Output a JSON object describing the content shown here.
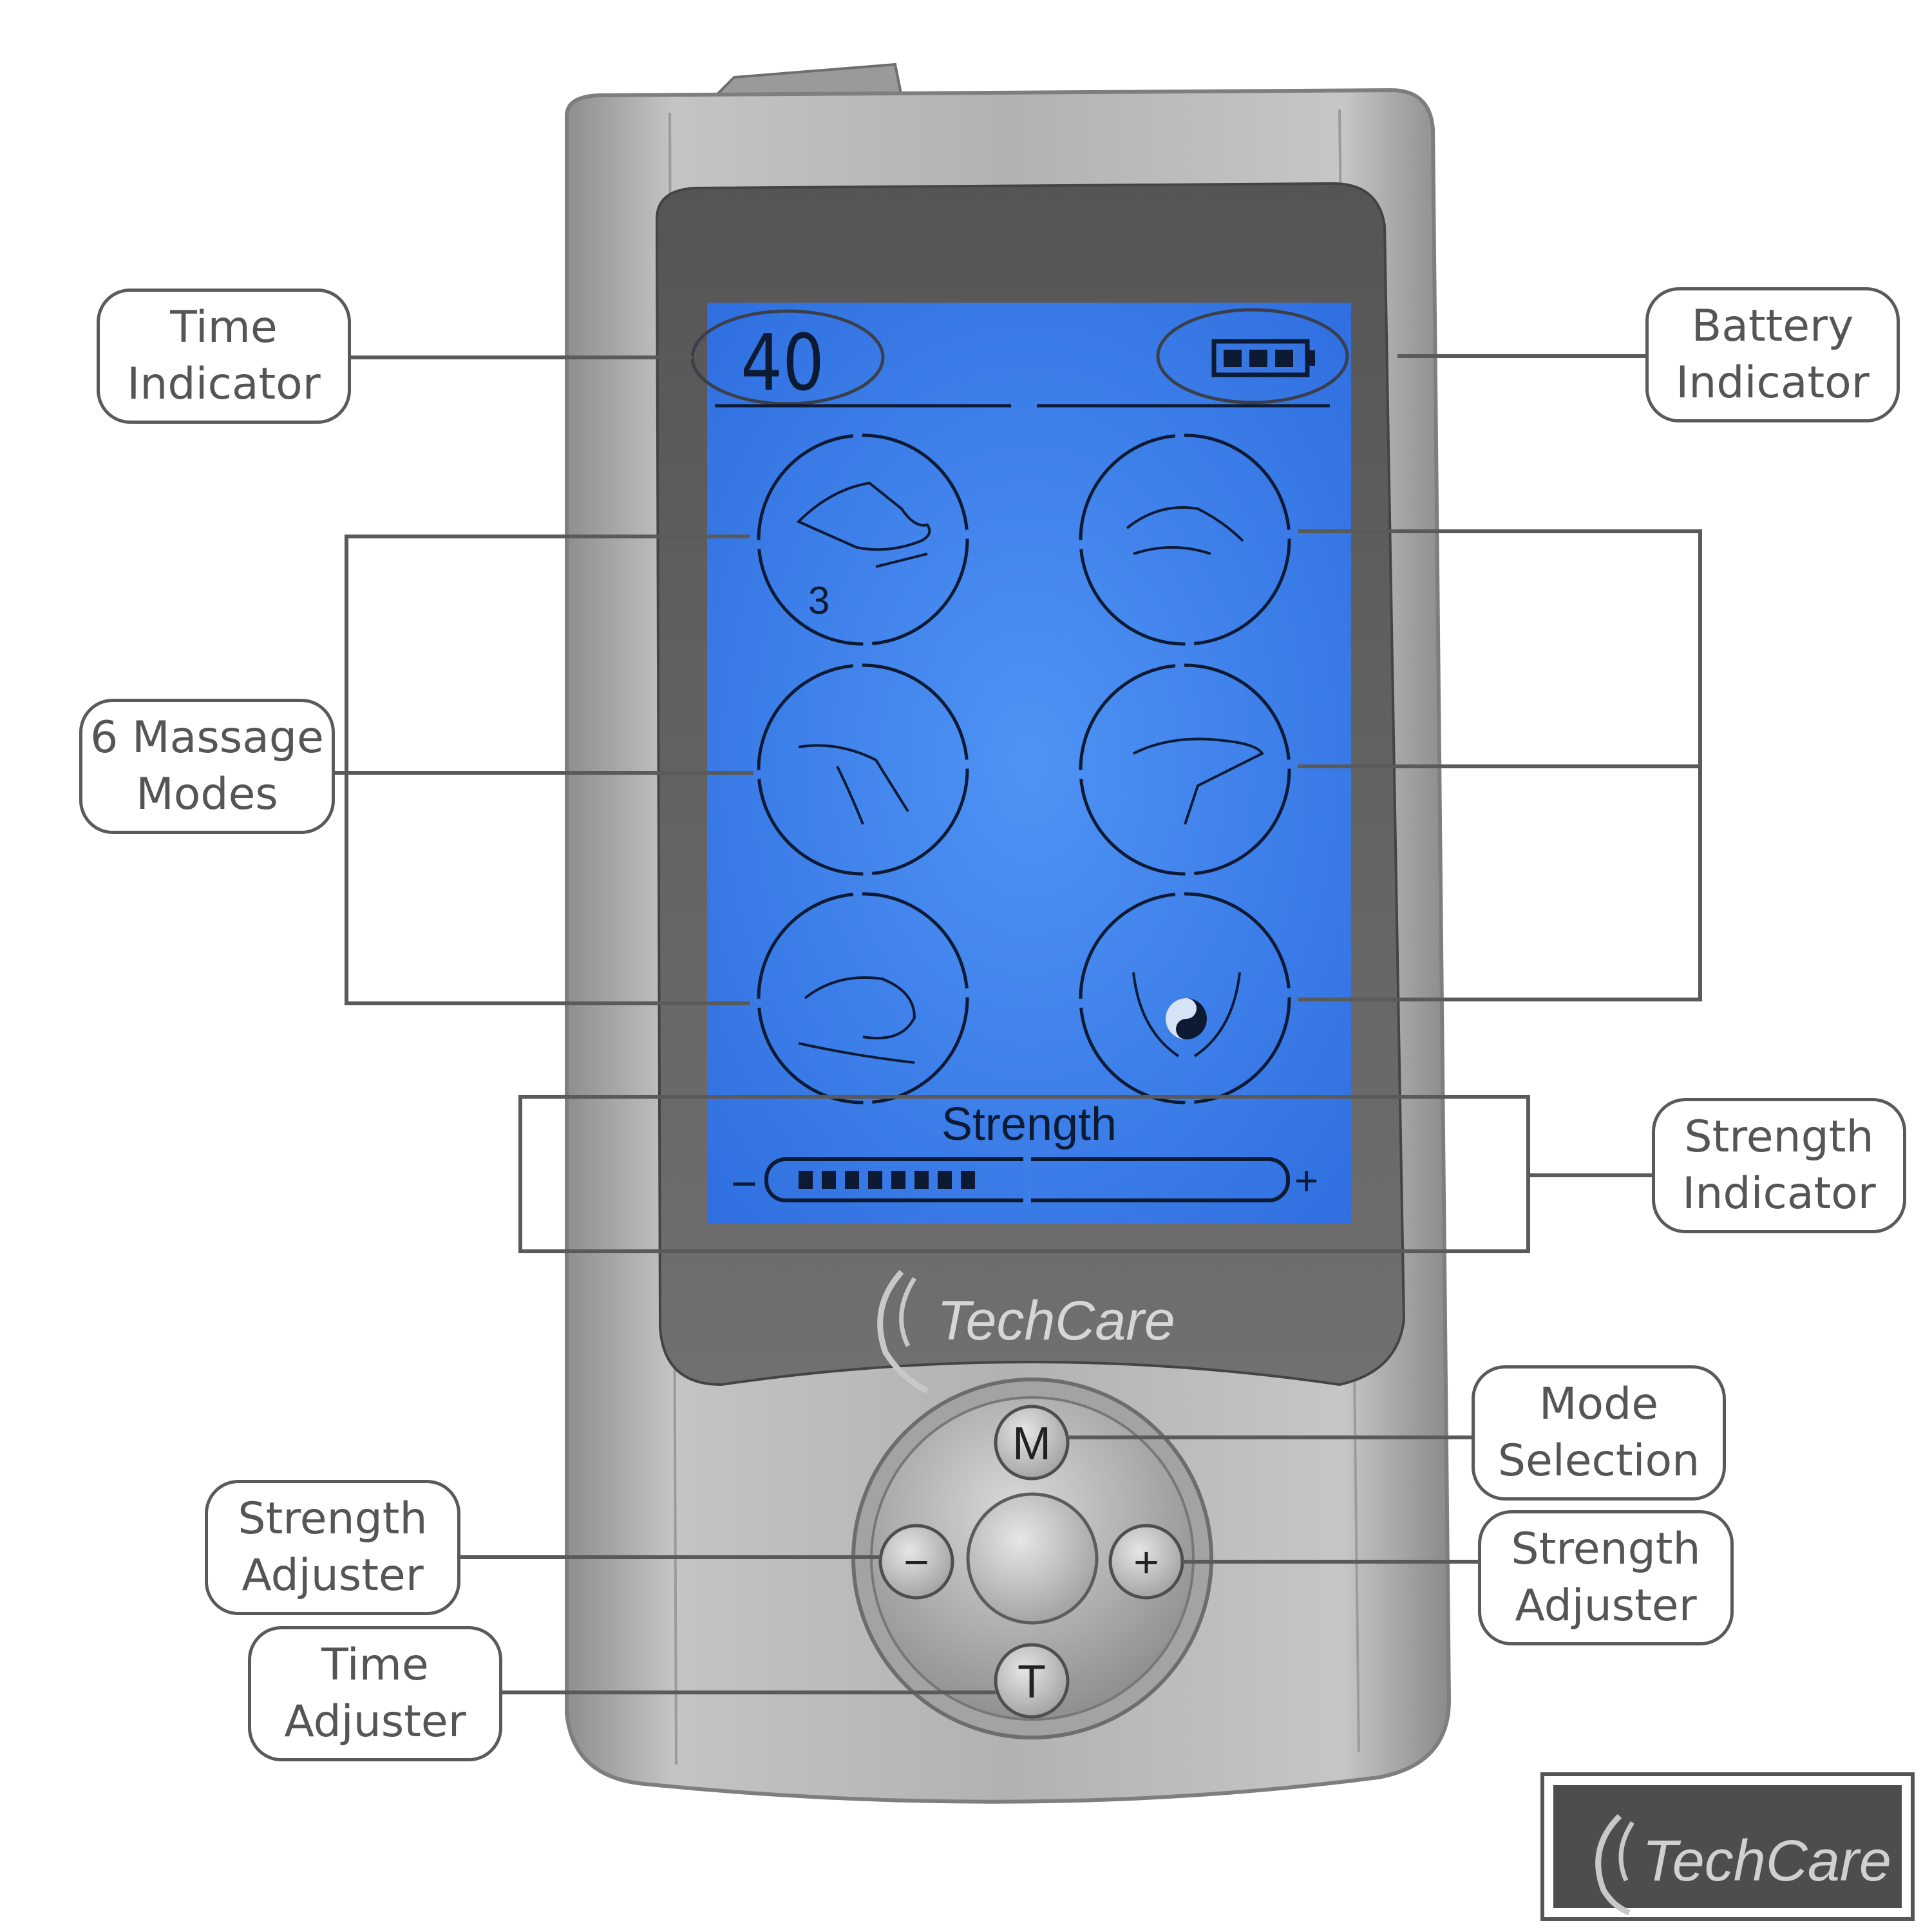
{
  "device": {
    "brand": "TechCare",
    "timer_display": "40",
    "mode_number": "3",
    "strength_label": "Strength",
    "strength_minus": "−",
    "strength_plus": "+",
    "strength_level": 8,
    "battery_bars": 3,
    "buttons": {
      "mode": "M",
      "minus": "−",
      "plus": "+",
      "time": "T"
    }
  },
  "colors": {
    "lcd": "#3d7fe8",
    "case": "#a9a9a9",
    "bezel": "#6b6b6b",
    "line": "#5a5a5a"
  },
  "callouts": {
    "time_indicator": {
      "line1": "Time",
      "line2": "Indicator"
    },
    "battery_indicator": {
      "line1": "Battery",
      "line2": "Indicator"
    },
    "massage_modes": {
      "line1": "6 Massage",
      "line2": "Modes"
    },
    "strength_indicator": {
      "line1": "Strength",
      "line2": "Indicator"
    },
    "mode_selection": {
      "line1": "Mode",
      "line2": "Selection"
    },
    "strength_adjuster_left": {
      "line1": "Strength",
      "line2": "Adjuster"
    },
    "strength_adjuster_right": {
      "line1": "Strength",
      "line2": "Adjuster"
    },
    "time_adjuster": {
      "line1": "Time",
      "line2": "Adjuster"
    }
  },
  "corner_logo": {
    "brand": "TechCare"
  }
}
